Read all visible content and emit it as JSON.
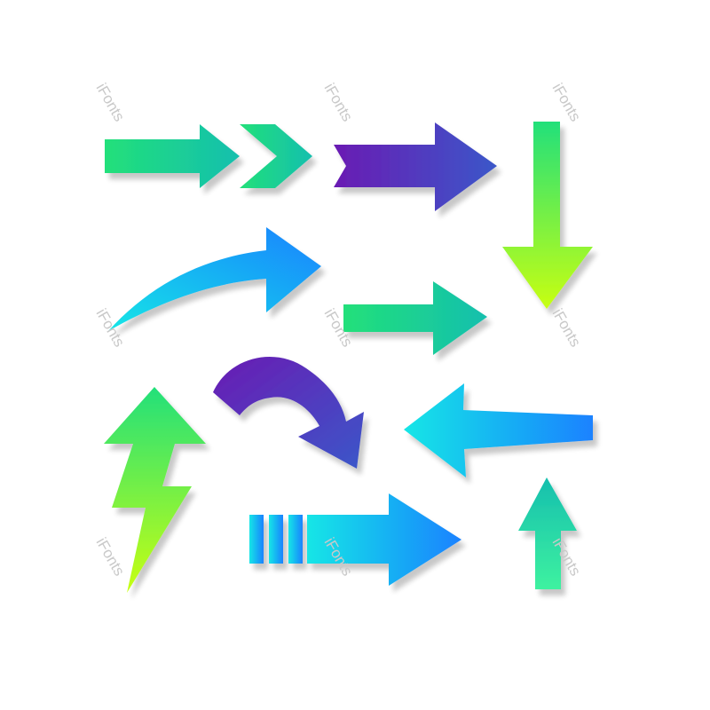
{
  "watermark": "iFonts",
  "colors": {
    "green": "#22e07a",
    "teal": "#15bfae",
    "purple": "#6a1bb3",
    "indigo": "#3b57c9",
    "lime": "#c8ff12",
    "cyan": "#17e6e6",
    "blue": "#1a82ff",
    "mint": "#3ef2a0",
    "shadow": "#000000"
  },
  "arrows": [
    {
      "name": "double-chevron-arrow-icon",
      "direction": "right",
      "gradient": [
        "green",
        "teal"
      ]
    },
    {
      "name": "notched-arrow-icon",
      "direction": "right",
      "gradient": [
        "purple",
        "indigo"
      ]
    },
    {
      "name": "down-arrow-icon",
      "direction": "down",
      "gradient": [
        "green",
        "lime"
      ]
    },
    {
      "name": "curved-arrow-icon",
      "direction": "right",
      "gradient": [
        "cyan",
        "blue"
      ]
    },
    {
      "name": "simple-arrow-icon",
      "direction": "right",
      "gradient": [
        "green",
        "teal"
      ]
    },
    {
      "name": "hook-arrow-icon",
      "direction": "down",
      "gradient": [
        "purple",
        "indigo"
      ]
    },
    {
      "name": "left-arrow-icon",
      "direction": "left",
      "gradient": [
        "cyan",
        "blue"
      ]
    },
    {
      "name": "lightning-arrow-icon",
      "direction": "up",
      "gradient": [
        "green",
        "lime"
      ]
    },
    {
      "name": "striped-arrow-icon",
      "direction": "right",
      "gradient": [
        "cyan",
        "blue"
      ]
    },
    {
      "name": "up-arrow-icon",
      "direction": "up",
      "gradient": [
        "teal",
        "mint"
      ]
    }
  ]
}
